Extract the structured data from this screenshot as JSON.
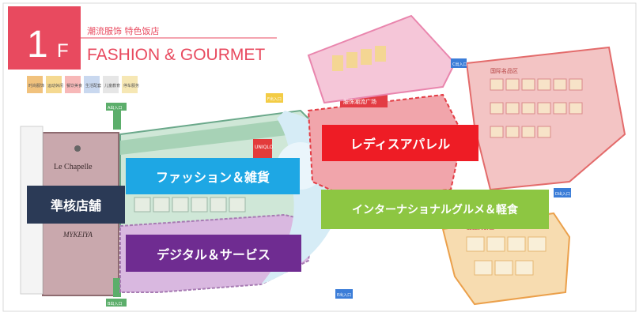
{
  "map": {
    "floor_number": "1",
    "floor_letter": "F",
    "subtitle_cn": "潮流服饰 特色饭店",
    "title": "FASHION & GOURMET",
    "legend_items": [
      "时尚服饰",
      "运动休闲",
      "餐饮美食",
      "生活配套",
      "儿童教育",
      "停车服务"
    ],
    "entrances": [
      "A出入口",
      "B出入口",
      "C出入口",
      "D出入口",
      "E出入口",
      "F出入口"
    ],
    "stores": [
      "Le Chapelle",
      "MYKEIYA",
      "UNIQLO"
    ],
    "zone_names": [
      "服饰潮流广场",
      "国际名品区",
      "甜品美食区"
    ]
  },
  "labels": {
    "anchor": "準核店舗",
    "fashion": "ファッション＆雑貨",
    "ladies": "レディスアパレル",
    "gourmet": "インターナショナルグルメ＆軽食",
    "digital": "デジタル＆サービス"
  },
  "colors": {
    "anchor": "#2b3a56",
    "fashion": "#1ea7e4",
    "ladies": "#ee1c25",
    "gourmet": "#8dc642",
    "digital": "#6f2c91",
    "header_red": "#e84a5f"
  }
}
